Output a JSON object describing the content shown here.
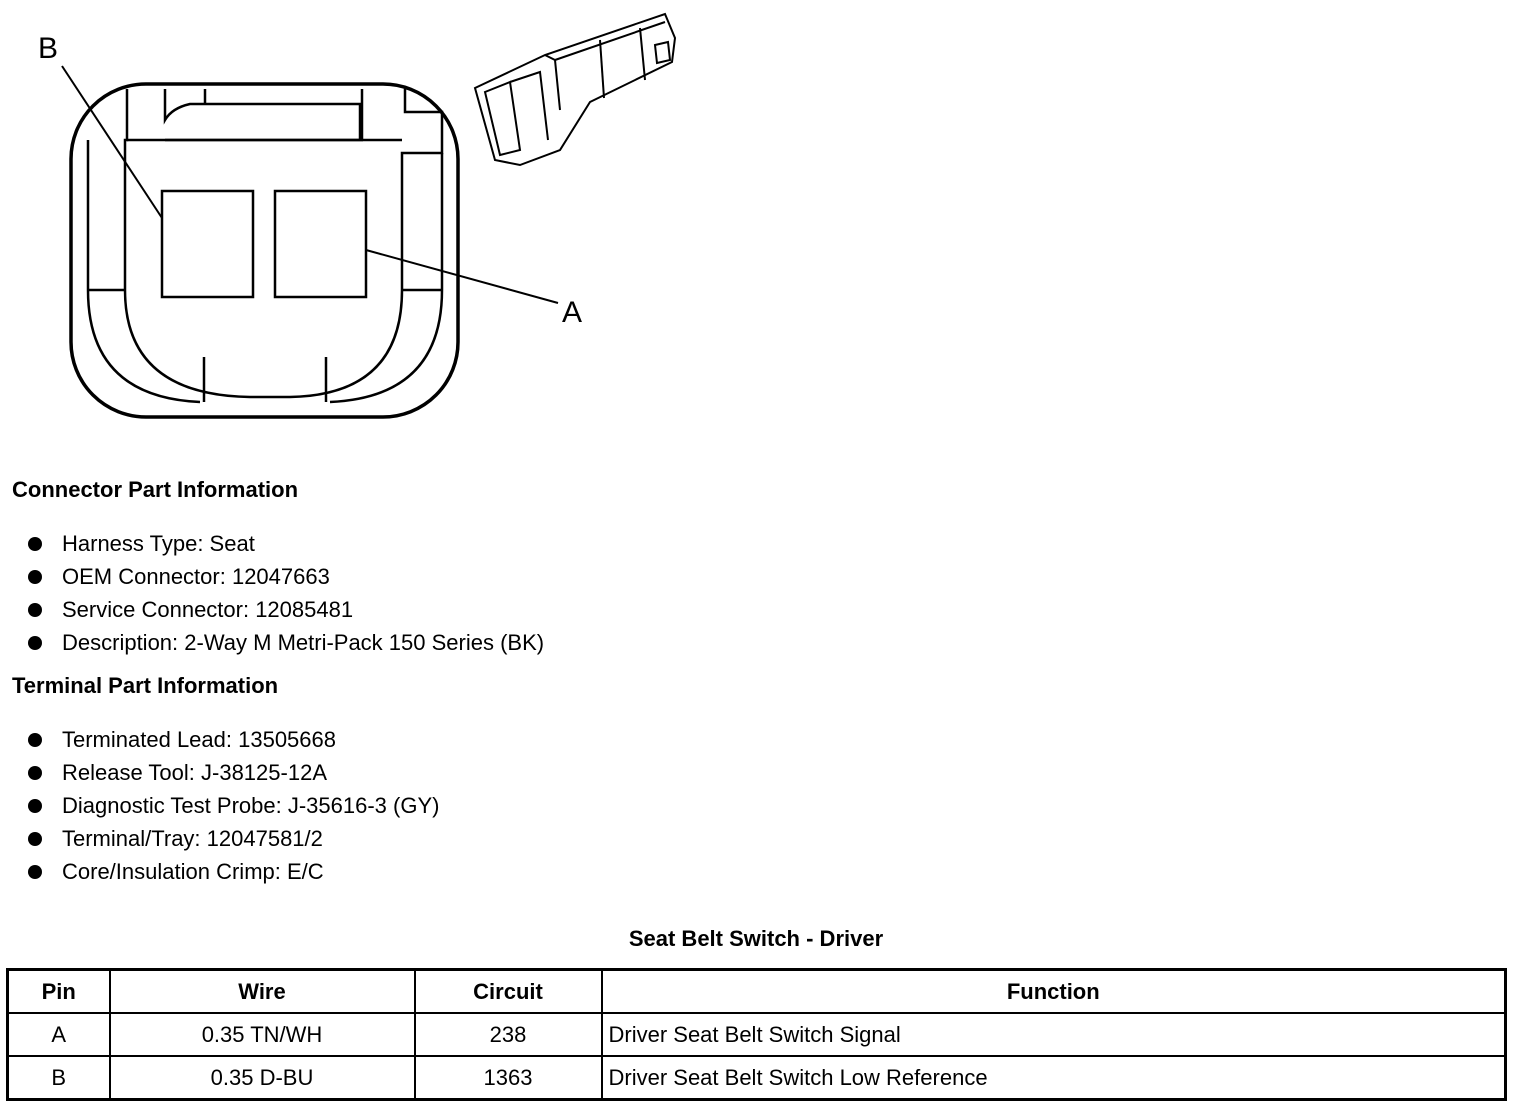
{
  "diagram": {
    "label_b": "B",
    "label_a": "A"
  },
  "connector_info": {
    "title": "Connector Part Information",
    "items": [
      "Harness Type: Seat",
      "OEM Connector: 12047663",
      "Service Connector: 12085481",
      "Description: 2-Way M Metri-Pack 150 Series (BK)"
    ]
  },
  "terminal_info": {
    "title": "Terminal Part Information",
    "items": [
      "Terminated Lead: 13505668",
      "Release Tool: J-38125-12A",
      "Diagnostic Test Probe: J-35616-3 (GY)",
      "Terminal/Tray: 12047581/2",
      "Core/Insulation Crimp: E/C"
    ]
  },
  "pin_table": {
    "title": "Seat Belt Switch - Driver",
    "headers": [
      "Pin",
      "Wire",
      "Circuit",
      "Function"
    ],
    "rows": [
      [
        "A",
        "0.35 TN/WH",
        "238",
        "Driver Seat Belt Switch Signal"
      ],
      [
        "B",
        "0.35 D-BU",
        "1363",
        "Driver Seat Belt Switch Low Reference"
      ]
    ]
  }
}
